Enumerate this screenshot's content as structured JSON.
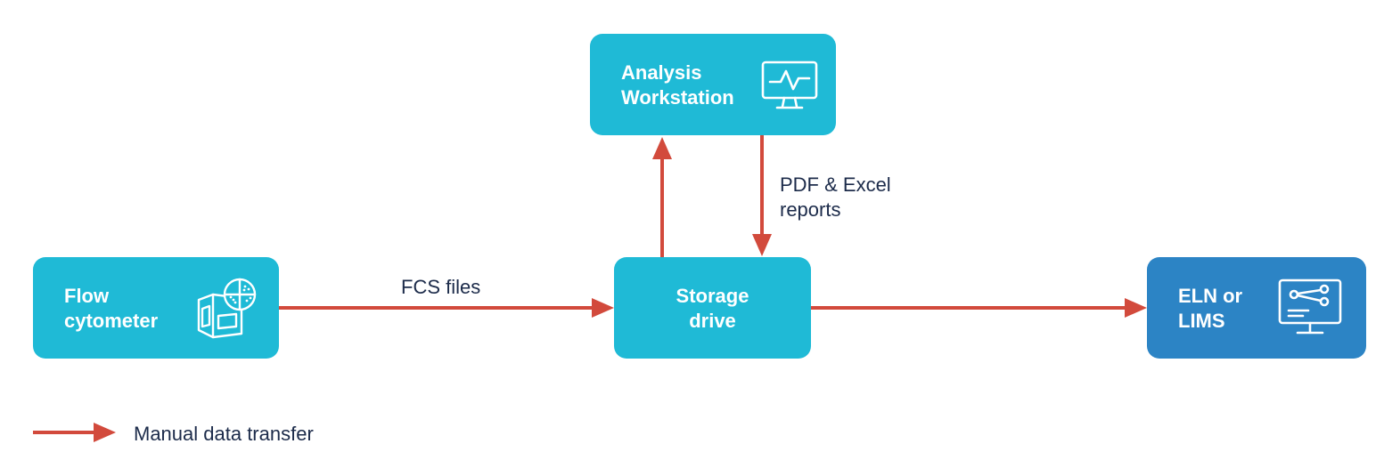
{
  "colors": {
    "node": "#1fbad6",
    "node_dark": "#2c84c5",
    "arrow": "#d24a3c",
    "text_dark": "#1c2b4a"
  },
  "nodes": {
    "flow_cytometer": {
      "lines": [
        "Flow",
        "cytometer"
      ],
      "icon": "flow-cytometer-icon"
    },
    "storage_drive": {
      "lines": [
        "Storage",
        "drive"
      ]
    },
    "analysis_workstation": {
      "lines": [
        "Analysis",
        "Workstation"
      ],
      "icon": "monitor-waveform-icon"
    },
    "eln_lims": {
      "lines": [
        "ELN or",
        "LIMS"
      ],
      "icon": "monitor-share-icon"
    }
  },
  "edges": {
    "fcs_files": "FCS files",
    "reports": [
      "PDF & Excel",
      "reports"
    ]
  },
  "legend": {
    "label": "Manual data transfer"
  }
}
